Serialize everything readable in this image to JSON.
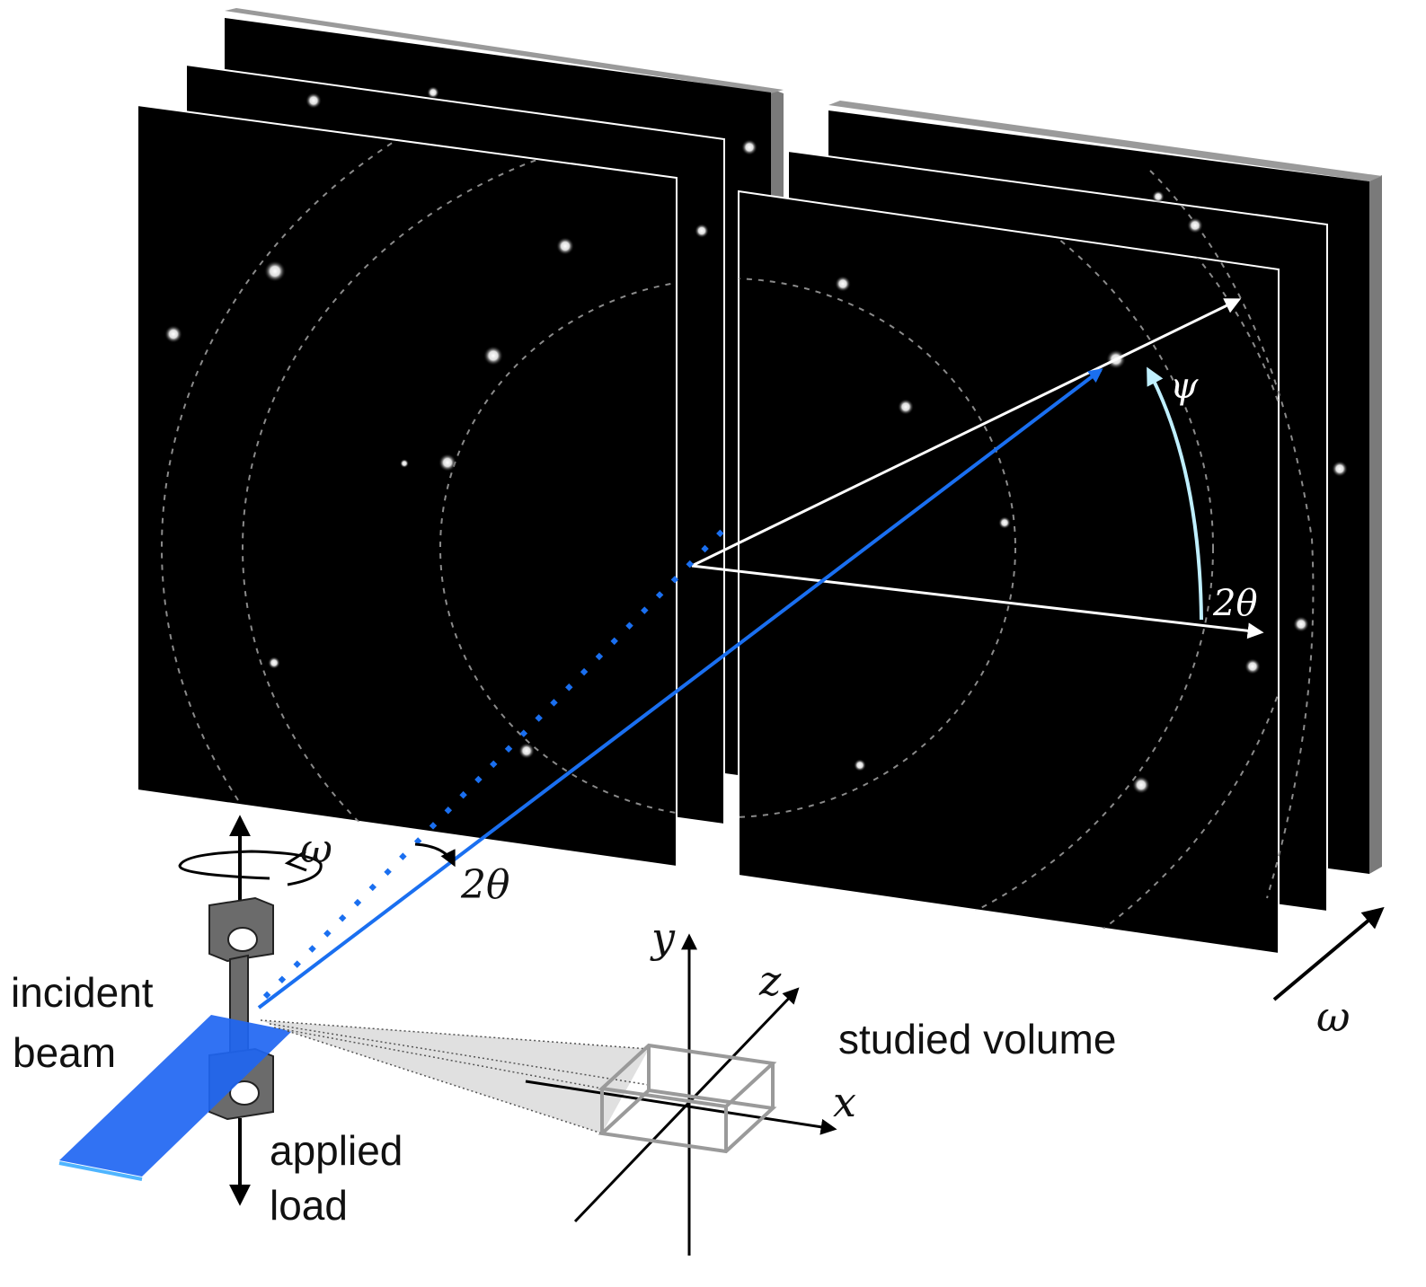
{
  "labels": {
    "incident_line1": "incident",
    "incident_line2": "beam",
    "applied_line1": "applied",
    "applied_line2": "load",
    "studied_volume": "studied volume",
    "omega_rotation": "ω",
    "omega_stack": "ω",
    "two_theta_lower": "2θ",
    "two_theta_detector": "2θ",
    "psi": "ψ",
    "axis_x": "x",
    "axis_y": "y",
    "axis_z": "z"
  },
  "colors": {
    "beam": "#1a6ff0",
    "sample_plate": "#1f66f2",
    "detector": "#000000",
    "detector_edge": "#7a7a7a",
    "specimen": "#6b6b6b",
    "ring": "#8a8a8a",
    "volume_box": "#9a9a9a"
  },
  "icons": {
    "specimen": "dogbone-specimen-icon",
    "rotation": "rotation-arrow-icon"
  }
}
